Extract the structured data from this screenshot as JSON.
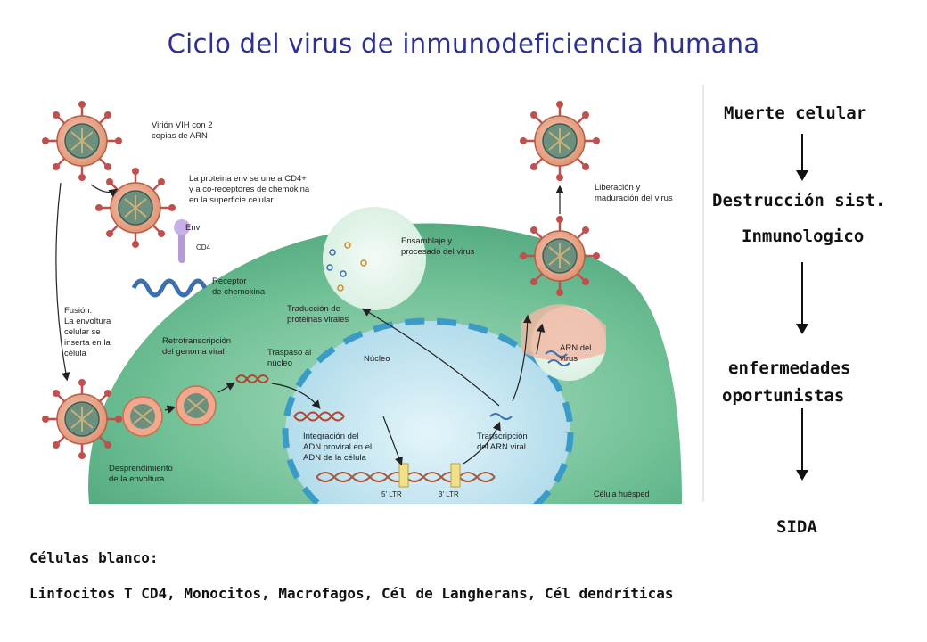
{
  "title": "Ciclo del virus de inmunodeficiencia humana",
  "diagram": {
    "labels": {
      "virion": [
        "Virión VIH con 2",
        "copias de ARN"
      ],
      "env_binding": [
        "La proteina env se une a CD4+",
        "y a co-receptores de chemokina",
        "en la superficie celular"
      ],
      "env": "Env",
      "cd4": "CD4",
      "chemokine_receptor": [
        "Receptor",
        "de chemokina"
      ],
      "fusion": [
        "Fusión:",
        "La envoltura",
        "celular se",
        "inserta en la",
        "célula"
      ],
      "uncoating": [
        "Desprendimiento",
        "de la envoltura"
      ],
      "reverse_transcription": [
        "Retrotranscripción",
        "del genoma viral"
      ],
      "nuclear_transfer": [
        "Traspaso al",
        "núcleo"
      ],
      "nucleus": "Núcleo",
      "integration": [
        "Integración del",
        "ADN proviral en el",
        "ADN de la célula"
      ],
      "ltr5": "5' LTR",
      "ltr3": "3' LTR",
      "transcription": [
        "Transcripción",
        "del ARN viral"
      ],
      "translation": [
        "Traducción de",
        "proteinas virales"
      ],
      "assembly": [
        "Ensamblaje y",
        "procesado del virus"
      ],
      "release": [
        "Liberación y",
        "maduración del virus"
      ],
      "viral_rna": [
        "ARN del",
        "virus"
      ],
      "host_cell": "Célula huésped"
    }
  },
  "flow": {
    "step1": "Muerte celular",
    "step2_line1": "Destrucción sist.",
    "step2_line2": "Inmunologico",
    "step3_line1": "enfermedades",
    "step3_line2": "oportunistas",
    "step4": "SIDA"
  },
  "target_cells": {
    "heading": "Células blanco:",
    "list": "Linfocitos T CD4, Monocitos,  Macrofagos, Cél de Langherans, Cél dendríticas"
  },
  "colors": {
    "title": "#2e3192",
    "cell_fill": "#66bb8a",
    "nucleus_fill": "#bfe3ee",
    "nucleus_dash": "#3a9bc7",
    "virion_envelope": "#e08f6f",
    "virion_spike": "#c0504d",
    "virion_core": "#5a8f86"
  }
}
